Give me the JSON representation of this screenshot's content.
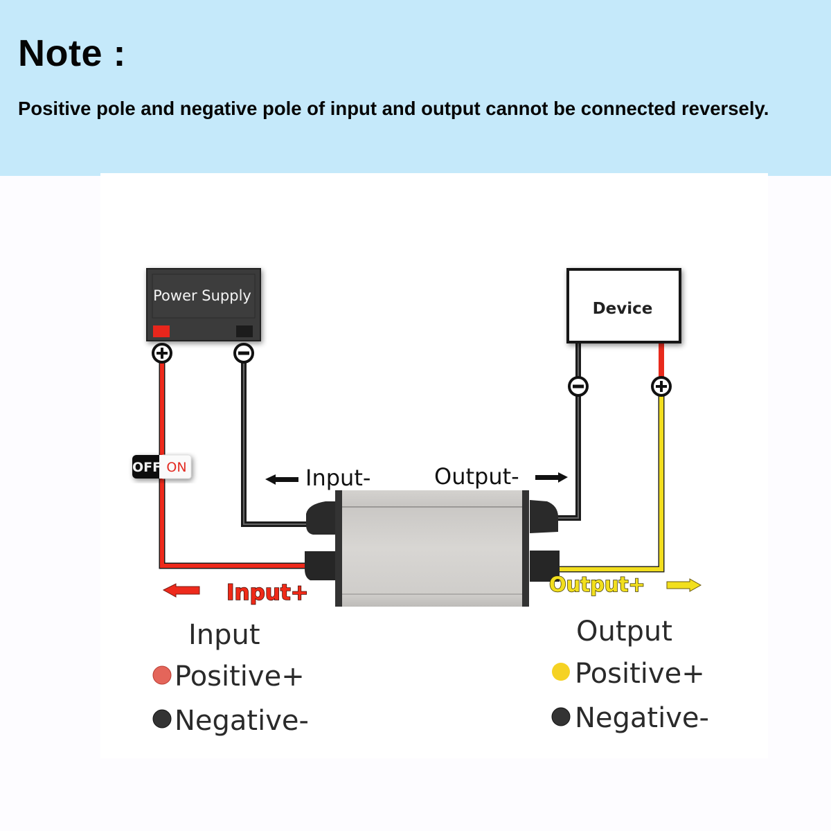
{
  "note": {
    "title": "Note :",
    "text": "Positive pole and negative pole of input and output cannot be connected reversely."
  },
  "diagram": {
    "power_supply_label": "Power Supply",
    "device_label": "Device",
    "switch": {
      "off_label": "OFF",
      "on_label": "ON",
      "state": "ON"
    },
    "terminals": {
      "plus": "+",
      "minus": "−"
    },
    "wire_labels": {
      "input_minus": "Input-",
      "output_minus": "Output-",
      "input_plus": "Input+",
      "output_plus": "Output+"
    },
    "colors": {
      "positive_input": "#ee2a1c",
      "positive_output": "#f2de1f",
      "negative": "#1c1c1c",
      "banner": "#c5e9fa"
    }
  },
  "legend": {
    "input": {
      "title": "Input",
      "items": [
        {
          "label": "Positive+",
          "color": "#e4655a"
        },
        {
          "label": "Negative-",
          "color": "#333333"
        }
      ]
    },
    "output": {
      "title": "Output",
      "items": [
        {
          "label": "Positive+",
          "color": "#f5d223"
        },
        {
          "label": "Negative-",
          "color": "#333333"
        }
      ]
    }
  }
}
